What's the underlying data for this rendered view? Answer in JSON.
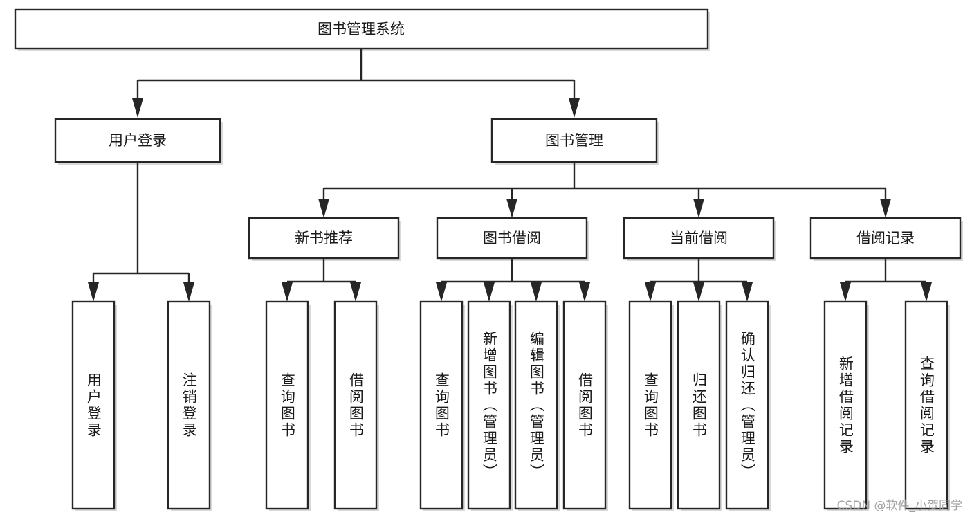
{
  "diagram": {
    "title": "图书管理系统",
    "type": "hierarchy-tree",
    "background_color": "#ffffff",
    "box_stroke_color": "#262626",
    "box_fill_color": "#ffffff",
    "text_color": "#1a1a1a",
    "root": {
      "label": "图书管理系统"
    },
    "level2": [
      {
        "label": "用户登录"
      },
      {
        "label": "图书管理"
      }
    ],
    "level3": [
      {
        "label": "新书推荐"
      },
      {
        "label": "图书借阅"
      },
      {
        "label": "当前借阅"
      },
      {
        "label": "借阅记录"
      }
    ],
    "leaves": {
      "user_login": [
        {
          "label": "用户登录"
        },
        {
          "label": "注销登录"
        }
      ],
      "new_book_recommend": [
        {
          "label": "查询图书"
        },
        {
          "label": "借阅图书"
        }
      ],
      "book_borrow": [
        {
          "label": "查询图书"
        },
        {
          "label": "新增图书（管理员）"
        },
        {
          "label": "编辑图书（管理员）"
        },
        {
          "label": "借阅图书"
        }
      ],
      "current_borrow": [
        {
          "label": "查询图书"
        },
        {
          "label": "归还图书"
        },
        {
          "label": "确认归还（管理员）"
        }
      ],
      "borrow_record": [
        {
          "label": "新增借阅记录"
        },
        {
          "label": "查询借阅记录"
        }
      ]
    }
  },
  "watermark": {
    "text": "CSDN @软件_小贺同学"
  }
}
